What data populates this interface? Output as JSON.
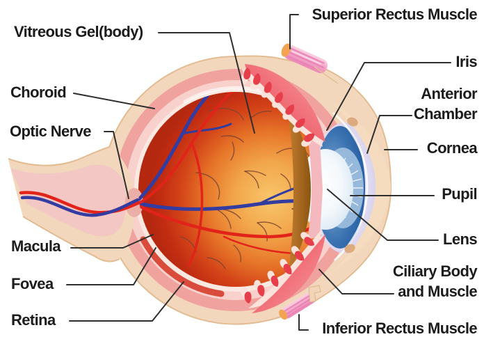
{
  "labels": {
    "vitreous_gel": "Vitreous Gel(body)",
    "superior_rectus": "Superior Rectus Muscle",
    "choroid": "Choroid",
    "iris": "Iris",
    "optic_nerve": "Optic Nerve",
    "anterior_chamber": "Anterior\nChamber",
    "cornea": "Cornea",
    "pupil": "Pupil",
    "macula": "Macula",
    "lens": "Lens",
    "fovea": "Fovea",
    "ciliary_body": "Ciliary Body\nand Muscle",
    "retina": "Retina",
    "inferior_rectus": "Inferior Rectus Muscle"
  },
  "colors": {
    "background": "#FFFFFF",
    "label_text": "#1C1C1C",
    "leader_line": "#2E2E2E",
    "sclera_beige": "#F2D7BC",
    "sclera_outline": "#E2BC92",
    "choroid_pink": "#F0A29E",
    "choroid_light_pink": "#F8D1CC",
    "inner_pale": "#FBE9E1",
    "retina_red": "#D94B3B",
    "vitreous_center": "#F9C66B",
    "vitreous_mid": "#E67428",
    "vitreous_edge": "#BB2A12",
    "junction_brown": "#A96A22",
    "ciliary_red": "#E63E4B",
    "ciliary_pink": "#FA9EA3",
    "iris_blue": "#174E93",
    "iris_fan_blue": "#96B9DB",
    "lens_blue": "#C2D7EB",
    "anterior_chamber_lavender": "#C4BDE3",
    "cornea_beige": "#F6DCBE",
    "artery_red": "#E2231A",
    "vein_blue": "#333CA0",
    "capillary_brown": "#7C4430",
    "optic_nerve_pink": "#F3C7C3",
    "muscle_pink": "#F4A7C9",
    "muscle_orange": "#F3A452",
    "attachment_dot_tan": "#DCAB7F"
  }
}
